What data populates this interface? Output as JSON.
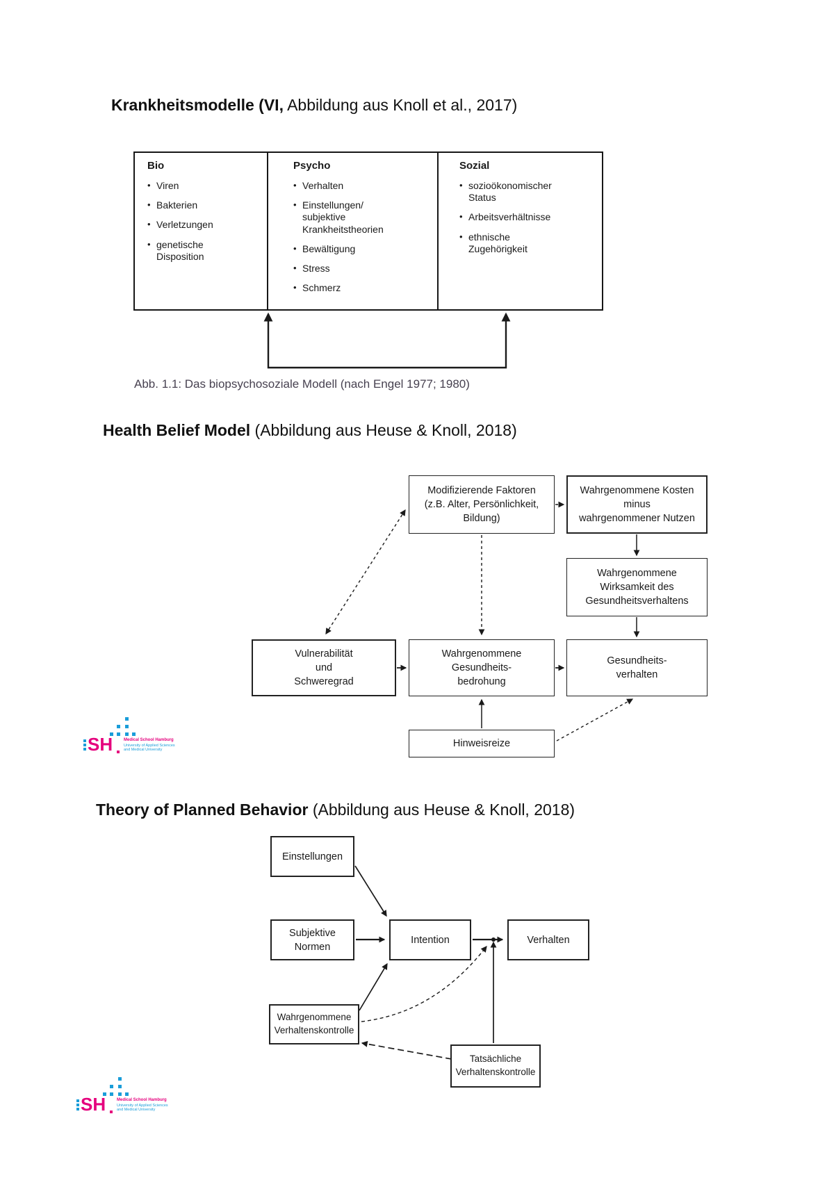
{
  "section1": {
    "title_bold": "Krankheitsmodelle (VI,",
    "title_rest": " Abbildung aus Knoll et al., 2017)",
    "caption": "Abb. 1.1: Das biopsychosoziale Modell (nach Engel 1977; 1980)",
    "bio": {
      "header": "Bio",
      "items": [
        "Viren",
        "Bakterien",
        "Verletzungen",
        "genetische\nDisposition"
      ]
    },
    "psycho": {
      "header": "Psycho",
      "items": [
        "Verhalten",
        "Einstellungen/\nsubjektive\nKrankheitstheorien",
        "Bewältigung",
        "Stress",
        "Schmerz"
      ]
    },
    "sozial": {
      "header": "Sozial",
      "items": [
        "sozioökonomischer\nStatus",
        "Arbeitsverhältnisse",
        "ethnische\nZugehörigkeit"
      ]
    }
  },
  "section2": {
    "title_bold": "Health Belief Model",
    "title_rest": " (Abbildung aus Heuse & Knoll, 2018)",
    "boxes": {
      "modifying_factors": "Modifizierende Faktoren\n(z.B. Alter, Persönlichkeit,\nBildung)",
      "costs_benefits": "Wahrgenommene Kosten\nminus\nwahrgenommener Nutzen",
      "effectiveness": "Wahrgenommene\nWirksamkeit des\nGesundheitsverhaltens",
      "vulnerability": "Vulnerabilität\nund\nSchweregrad",
      "threat": "Wahrgenommene\nGesundheits-\nbedrohung",
      "health_behavior": "Gesundheits-\nverhalten",
      "cues": "Hinweisreize"
    }
  },
  "section3": {
    "title_bold": "Theory of Planned Behavior",
    "title_rest": " (Abbildung aus Heuse & Knoll, 2018)",
    "boxes": {
      "attitudes": "Einstellungen",
      "subjective_norms": "Subjektive\nNormen",
      "intention": "Intention",
      "behavior": "Verhalten",
      "perceived_control": "Wahrgenommene\nVerhaltenskontrolle",
      "actual_control": "Tatsächliche\nVerhaltenskontrolle"
    }
  },
  "logo": {
    "wordmark": "SH",
    "line1": "Medical School Hamburg",
    "line2": "University of Applied Sciences",
    "line3": "and Medical University"
  },
  "colors": {
    "ink": "#1a1a1a",
    "caption": "#474150",
    "logo_magenta": "#e5007d",
    "logo_blue": "#1a9dd9"
  }
}
